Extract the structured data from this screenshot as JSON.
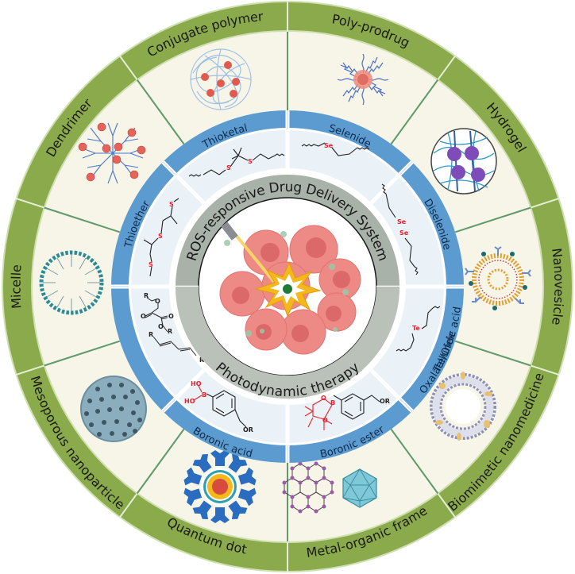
{
  "title": "ROS-responsive Drug Delivery System",
  "center": {
    "top_label": "ROS-responsive Drug Delivery System",
    "bottom_label": "Photodynamic therapy",
    "illustration": "tumor-cells-with-light-fiber-and-ros-burst-icon"
  },
  "colors": {
    "outer_ring": "#8aaa4c",
    "outer_ring_edge": "#cfe0b0",
    "carrier_background": "#f7f4e8",
    "divider_green": "#5e9a6a",
    "linker_ring": "#5b9bd0",
    "linker_background": "#eaf2f8",
    "center_ring": "#a9b2a9",
    "heteroatom": "#e8202a",
    "tumor_cell": "#ee8a86",
    "burst": "#f4b81c"
  },
  "carriers": [
    {
      "label": "Poly-prodrug",
      "icon": "poly-prodrug-icon"
    },
    {
      "label": "Hydrogel",
      "icon": "hydrogel-icon"
    },
    {
      "label": "Nanovesicle",
      "icon": "nanovesicle-icon"
    },
    {
      "label": "Biomimetic nanomedicine",
      "icon": "biomimetic-nanomedicine-icon"
    },
    {
      "label": "Metal-organic frame",
      "icon": "metal-organic-frame-icon"
    },
    {
      "label": "Quantum dot",
      "icon": "quantum-dot-icon"
    },
    {
      "label": "Mesoporous nanoparticle",
      "icon": "mesoporous-nanoparticle-icon"
    },
    {
      "label": "Micelle",
      "icon": "micelle-icon"
    },
    {
      "label": "Dendrimer",
      "icon": "dendrimer-icon"
    },
    {
      "label": "Conjugate polymer",
      "icon": "conjugate-polymer-icon"
    }
  ],
  "linkers": [
    {
      "label": "Selenide",
      "structure": "selenide-structure-icon",
      "atoms": [
        "Se"
      ]
    },
    {
      "label": "Diselenide",
      "structure": "diselenide-structure-icon",
      "atoms": [
        "Se",
        "Se"
      ]
    },
    {
      "label": "Telluride",
      "structure": "telluride-structure-icon",
      "atoms": [
        "Te"
      ]
    },
    {
      "label": "Boronic ester",
      "structure": "boronic-ester-structure-icon",
      "atoms": [
        "O",
        "B",
        "O",
        "OR"
      ]
    },
    {
      "label": "Boronic acid",
      "structure": "boronic-acid-structure-icon",
      "atoms": [
        "HO",
        "B",
        "HO",
        "OR"
      ]
    },
    {
      "label": "Oxalate/Oleic acid",
      "structure": "oxalate-oleic-acid-structure-icon",
      "atoms": [
        "R",
        "O",
        "O",
        "O",
        "O",
        "R",
        "R",
        "R'"
      ]
    },
    {
      "label": "Thioether",
      "structure": "thioether-structure-icon",
      "atoms": [
        "S",
        "S",
        "S"
      ]
    },
    {
      "label": "Thioketal",
      "structure": "thioketal-structure-icon",
      "atoms": [
        "S",
        "S"
      ]
    }
  ]
}
